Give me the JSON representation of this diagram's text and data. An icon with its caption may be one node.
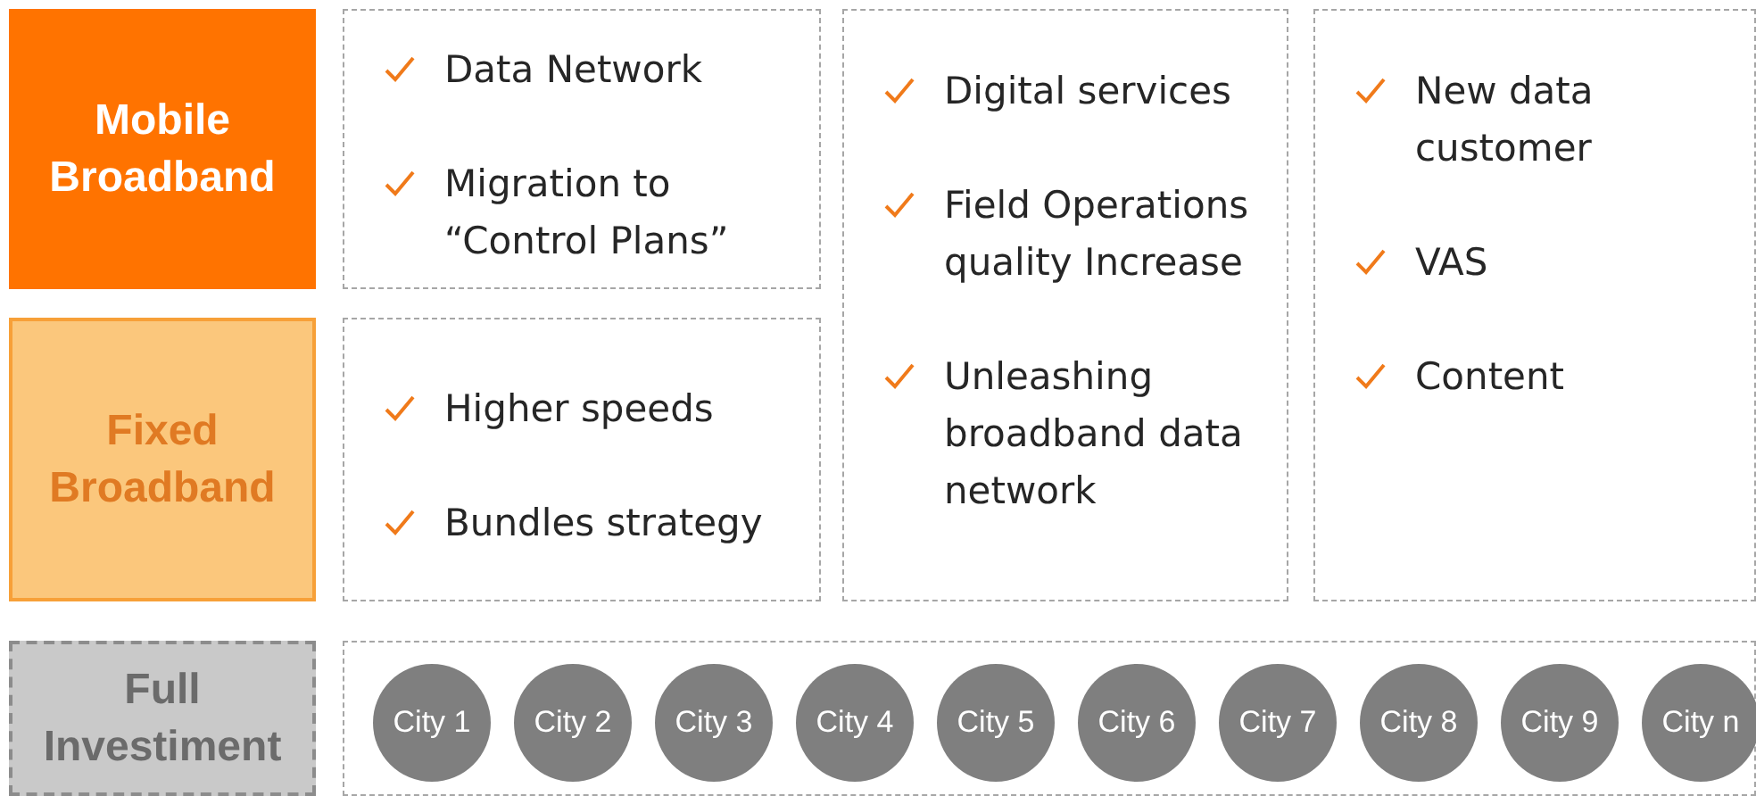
{
  "diagram": {
    "nodes": [
      {
        "text": [
          "Mobile Broadband"
        ]
      },
      {
        "text": [
          "Data Network",
          "Migration to “Control Plans”"
        ]
      },
      {
        "text": [
          "Digital services",
          "Field Operations quality Increase",
          "Unleashing broadband data network"
        ]
      },
      {
        "text": [
          "New data customer",
          "VAS",
          "Content"
        ]
      },
      {
        "text": [
          "Fixed Broadband"
        ]
      },
      {
        "text": [
          "Higher speeds",
          "Bundles strategy"
        ]
      },
      {
        "text": [
          "Full Investiment"
        ]
      },
      {
        "text": [],
        "shape": "box"
      },
      {
        "text": [
          "City 1"
        ],
        "in": 7
      },
      {
        "text": [
          "City 2"
        ],
        "in": 7
      },
      {
        "text": [
          "City 3"
        ],
        "in": 7
      },
      {
        "text": [
          "City 4"
        ],
        "in": 7
      },
      {
        "text": [
          "City 5"
        ],
        "in": 7
      },
      {
        "text": [
          "City 6"
        ],
        "in": 7
      },
      {
        "text": [
          "City 7"
        ],
        "in": 7
      },
      {
        "text": [
          "City 8"
        ],
        "in": 7
      },
      {
        "text": [
          "City 9"
        ],
        "in": 7
      },
      {
        "text": [
          "City n"
        ],
        "in": 7
      }
    ]
  }
}
